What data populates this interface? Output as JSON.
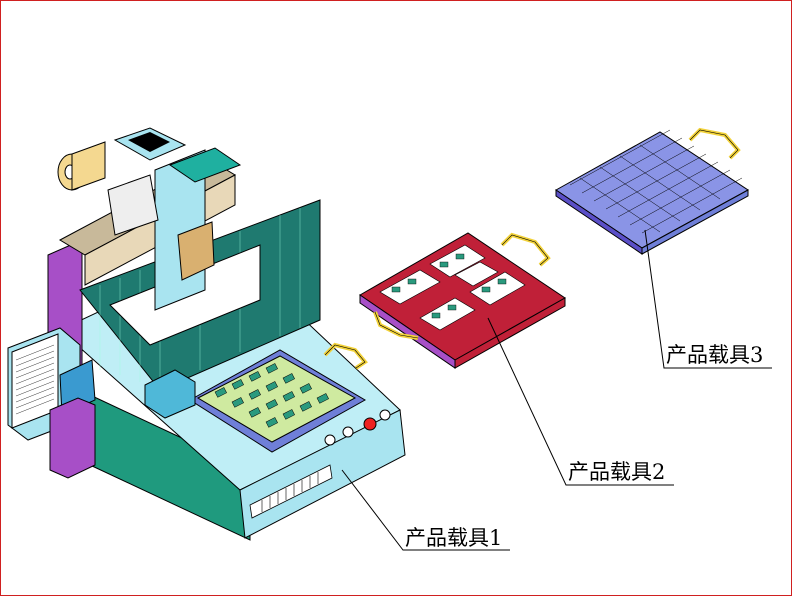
{
  "labels": {
    "fixture_1": "产品载具1",
    "fixture_2": "产品载具2",
    "fixture_3": "产品载具3"
  },
  "colors": {
    "frame_border": "#d02020",
    "leader_line": "#000000",
    "machine_cyan": "#a9e4f0",
    "machine_teal": "#1f9a7e",
    "machine_purple": "#a74fc7",
    "fixture_1_tray": "#cfeaa0",
    "fixture_2_tray": "#e0304a",
    "fixture_3_tray": "#8a94e6",
    "handle_yellow": "#f2d23a"
  }
}
